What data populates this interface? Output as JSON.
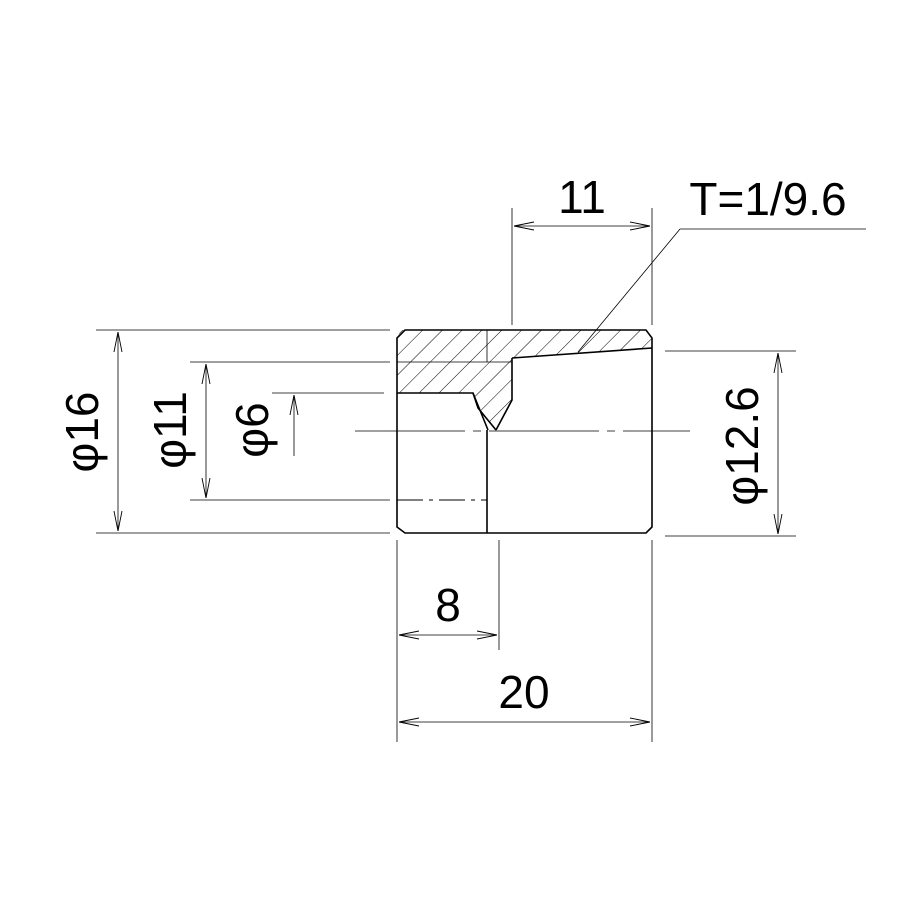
{
  "dimensions": {
    "overall_length": "20",
    "bore_depth": "8",
    "taper_length": "11",
    "taper_ratio": "T=1/9.6",
    "outer_diameter": "φ16",
    "bore_diameter": "φ11",
    "hole_diameter": "φ6",
    "taper_diameter": "φ12.6"
  }
}
